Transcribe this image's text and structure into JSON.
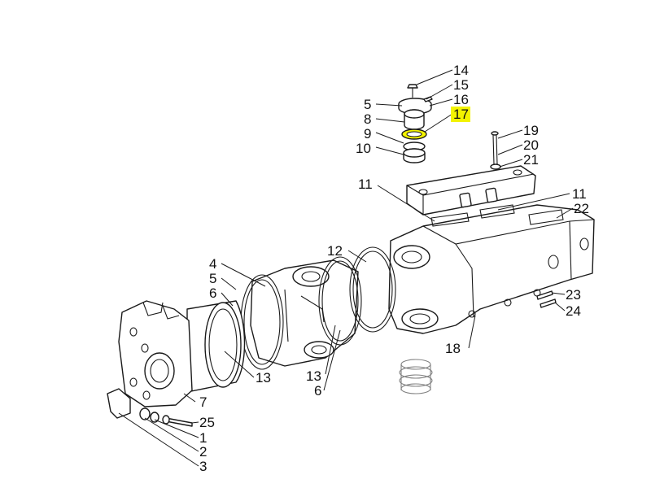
{
  "diagram": {
    "highlight_color": "#f3f300",
    "labels": [
      {
        "id": "l14",
        "text": "14"
      },
      {
        "id": "l15",
        "text": "15"
      },
      {
        "id": "l16",
        "text": "16"
      },
      {
        "id": "l17",
        "text": "17",
        "highlight": true
      },
      {
        "id": "l5a",
        "text": "5"
      },
      {
        "id": "l8",
        "text": "8"
      },
      {
        "id": "l9",
        "text": "9"
      },
      {
        "id": "l10",
        "text": "10"
      },
      {
        "id": "l19",
        "text": "19"
      },
      {
        "id": "l20",
        "text": "20"
      },
      {
        "id": "l21",
        "text": "21"
      },
      {
        "id": "l11a",
        "text": "11"
      },
      {
        "id": "l11b",
        "text": "11"
      },
      {
        "id": "l22",
        "text": "22"
      },
      {
        "id": "l12",
        "text": "12"
      },
      {
        "id": "l4",
        "text": "4"
      },
      {
        "id": "l5b",
        "text": "5"
      },
      {
        "id": "l6a",
        "text": "6"
      },
      {
        "id": "l23",
        "text": "23"
      },
      {
        "id": "l24",
        "text": "24"
      },
      {
        "id": "l18",
        "text": "18"
      },
      {
        "id": "l13a",
        "text": "13"
      },
      {
        "id": "l13b",
        "text": "13"
      },
      {
        "id": "l6b",
        "text": "6"
      },
      {
        "id": "l7",
        "text": "7"
      },
      {
        "id": "l25",
        "text": "25"
      },
      {
        "id": "l1",
        "text": "1"
      },
      {
        "id": "l2",
        "text": "2"
      },
      {
        "id": "l3",
        "text": "3"
      }
    ]
  }
}
